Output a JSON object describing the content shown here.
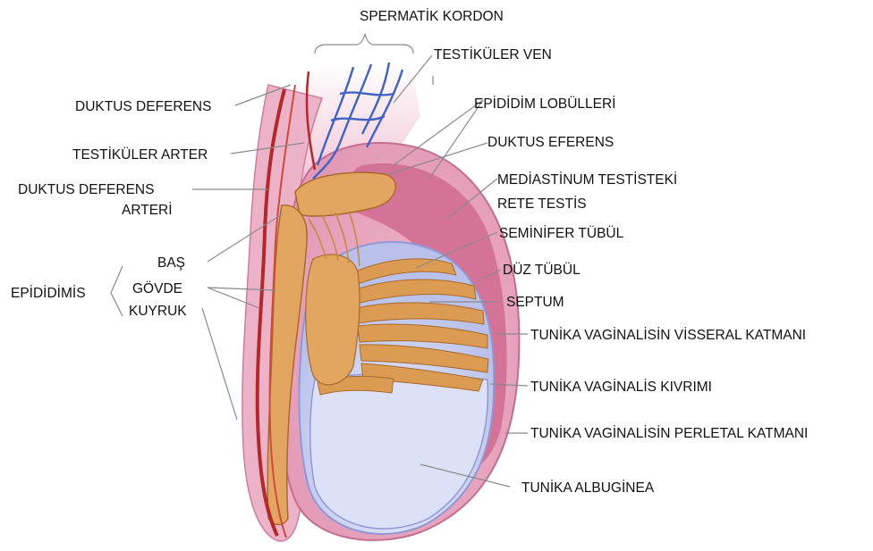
{
  "labels": {
    "spermatik_kordon": "SPERMATİK KORDON",
    "testikuler_ven": "TESTİKÜLER VEN",
    "duktus_deferens": "DUKTUS DEFERENS",
    "epididim_lobulleri": "EPİDİDİM LOBÜLLERİ",
    "testikuler_arter": "TESTİKÜLER ARTER",
    "duktus_eferens": "DUKTUS EFERENS",
    "duktus_deferens_arteri_line1": "DUKTUS DEFERENS",
    "duktus_deferens_arteri_line2": "ARTERİ",
    "mediastinum_line1": "MEDİASTİNUM TESTİSTEKİ",
    "mediastinum_line2": "RETE TESTİS",
    "seminifer_tubul": "SEMİNİFER TÜBÜL",
    "bas": "BAŞ",
    "duz_tubul": "DÜZ TÜBÜL",
    "epididimis": "EPİDİDİMİS",
    "govde": "GÖVDE",
    "septum": "SEPTUM",
    "kuyruk": "KUYRUK",
    "tv_visseral": "TUNİKA VAGİNALİSİN VİSSERAL KATMANI",
    "tv_kivrimi": "TUNİKA VAGİNALİS KIVRIMI",
    "tv_perletal": "TUNİKA VAGİNALİSİN PERLETAL KATMANI",
    "tunika_albuginea": "TUNİKA ALBUGİNEA"
  },
  "colors": {
    "outer_tissue": "#e9a7c0",
    "inner_cavity": "#d06a90",
    "testis_body": "#bcc3ee",
    "testis_lower": "#dde1f8",
    "tubules": "#dc9b52",
    "vessel_red": "#b3282b",
    "vein_blue": "#3f63c4",
    "leader_line": "#8a8a8a"
  }
}
